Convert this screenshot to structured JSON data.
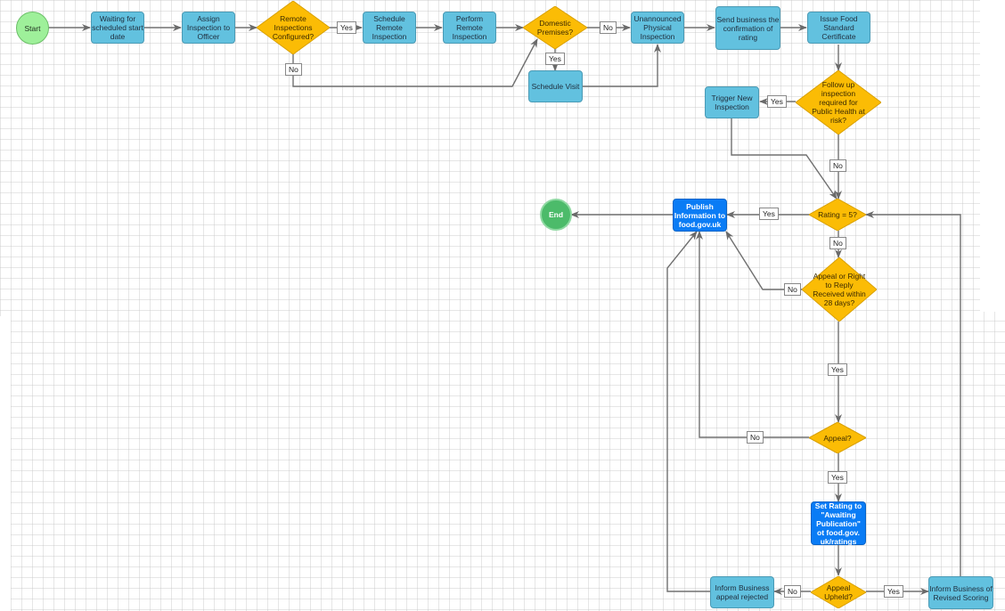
{
  "colors": {
    "process": "#62c1df",
    "process_highlight": "#0a7cf5",
    "decision": "#fbbc05",
    "start": "#9ef09a",
    "end": "#4cbb6a",
    "edge": "#707070"
  },
  "nodes": {
    "start": "Start",
    "waiting": "Waiting for scheduled start date",
    "assign": "Assign Inspection to Officer",
    "remote_q": "Remote Inspections Configured?",
    "schedule_remote": "Schedule Remote Inspection",
    "perform_remote": "Perform Remote Inspection",
    "domestic_q": "Domestic Premises?",
    "schedule_visit": "Schedule Visit",
    "unannounced": "Unannounced Physical Inspection",
    "send_confirmation": "Send business the confirmation of rating",
    "issue_certificate": "Issue Food Standard Certificate",
    "followup_q": "Follow up inspection required for Public Health at risk?",
    "trigger_new": "Trigger New Inspection",
    "rating_q": "Rating = 5?",
    "publish": "Publish Information to food.gov.uk",
    "end": "End",
    "appeal_window_q": "Appeal or Right to Reply Received within 28 days?",
    "appeal_q": "Appeal?",
    "set_rating": "Set Rating to \"Awaiting Publication\" ot food.gov. uk/ratings",
    "upheld_q": "Appeal Upheld?",
    "inform_rejected": "Inform Business appeal rejected",
    "inform_revised": "Inform Business of Revised Scoring"
  },
  "edge_labels": {
    "remote_yes": "Yes",
    "remote_no": "No",
    "domestic_no": "No",
    "domestic_yes": "Yes",
    "followup_yes": "Yes",
    "followup_no": "No",
    "rating_yes": "Yes",
    "rating_no": "No",
    "window_no": "No",
    "window_yes": "Yes",
    "appeal_no": "No",
    "appeal_yes": "Yes",
    "upheld_no": "No",
    "upheld_yes": "Yes"
  }
}
